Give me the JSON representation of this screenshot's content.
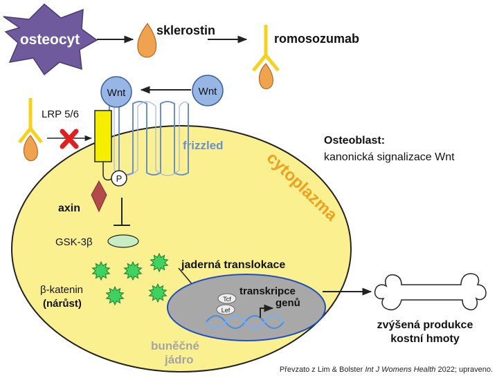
{
  "labels": {
    "osteocyte": "osteocyt",
    "sclerostin": "sklerostin",
    "romosozumab": "romosozumab",
    "wnt_bound": "Wnt",
    "wnt_free": "Wnt",
    "lrp": "LRP 5/6",
    "frizzled": "frizzled",
    "osteoblast_title": "Osteoblast:",
    "osteoblast_subtitle": "kanonická signalizace Wnt",
    "cytoplasm": "cytoplazma",
    "phospho": "P",
    "axin": "axin",
    "gsk": "GSK-3β",
    "translocation": "jaderná translokace",
    "beta_catenin": "β-katenin",
    "beta_catenin_note": "(nárůst)",
    "tcf": "Tcf",
    "lef": "Lef",
    "transcription_line1": "transkripce",
    "transcription_line2": "genů",
    "nucleus_line1": "buněčné",
    "nucleus_line2": "jádro",
    "outcome_line1": "zvýšená produkce",
    "outcome_line2": "kostní hmoty"
  },
  "citation": {
    "prefix": "Převzato z Lim & Bolster ",
    "journal": "Int J Womens Health",
    "suffix": " 2022; upraveno."
  },
  "colors": {
    "cell": "#fbf08f",
    "osteocyte": "#6f5a9e",
    "sclerostin": "#f0a34f",
    "antibody": "#f4d21e",
    "wnt": "#97b6e6",
    "lrp": "#f5ee00",
    "frizzled": "#6a8fcf",
    "cytoplasm_text": "#f0a020",
    "axin": "#b34a4a",
    "gsk": "#c9edc3",
    "catenin": "#3fd25e",
    "nucleus": "#a8a8a8",
    "blocked": "#e02020"
  }
}
